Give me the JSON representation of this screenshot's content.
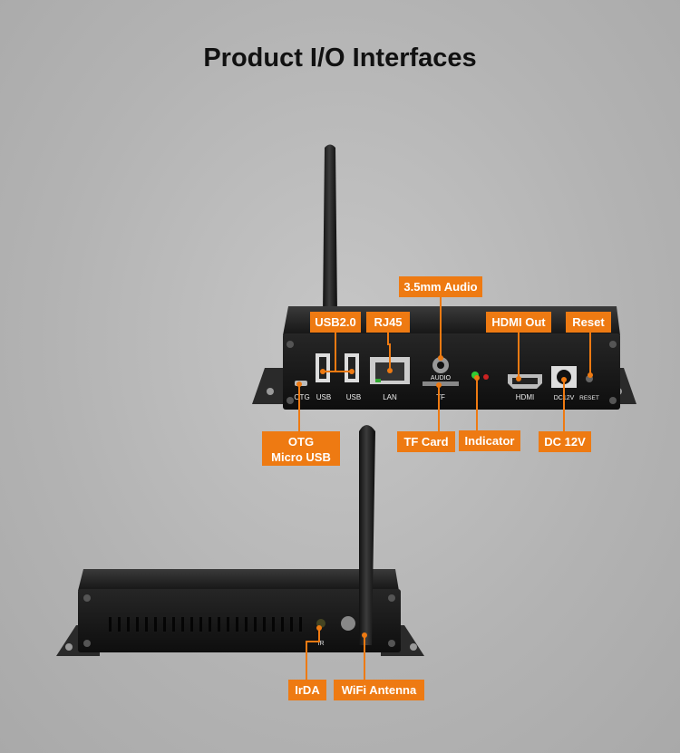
{
  "title": "Product I/O Interfaces",
  "labels": {
    "audio": "3.5mm Audio",
    "usb": "USB2.0",
    "rj45": "RJ45",
    "hdmi_out": "HDMI Out",
    "reset": "Reset",
    "otg_line1": "OTG",
    "otg_line2": "Micro USB",
    "tf_card": "TF Card",
    "indicator": "Indicator",
    "dc": "DC 12V",
    "irda": "IrDA",
    "wifi": "WiFi Antenna"
  },
  "silkscreen": {
    "otg": "OTG",
    "usb1": "USB",
    "usb2": "USB",
    "lan": "LAN",
    "audio": "AUDIO",
    "tf": "TF",
    "hdmi": "HDMI",
    "dc": "DC12V",
    "reset": "RESET",
    "ir": "IR"
  },
  "colors": {
    "accent": "#ee7a12",
    "device": "#1c1c1c",
    "background": "#b5b5b5"
  }
}
